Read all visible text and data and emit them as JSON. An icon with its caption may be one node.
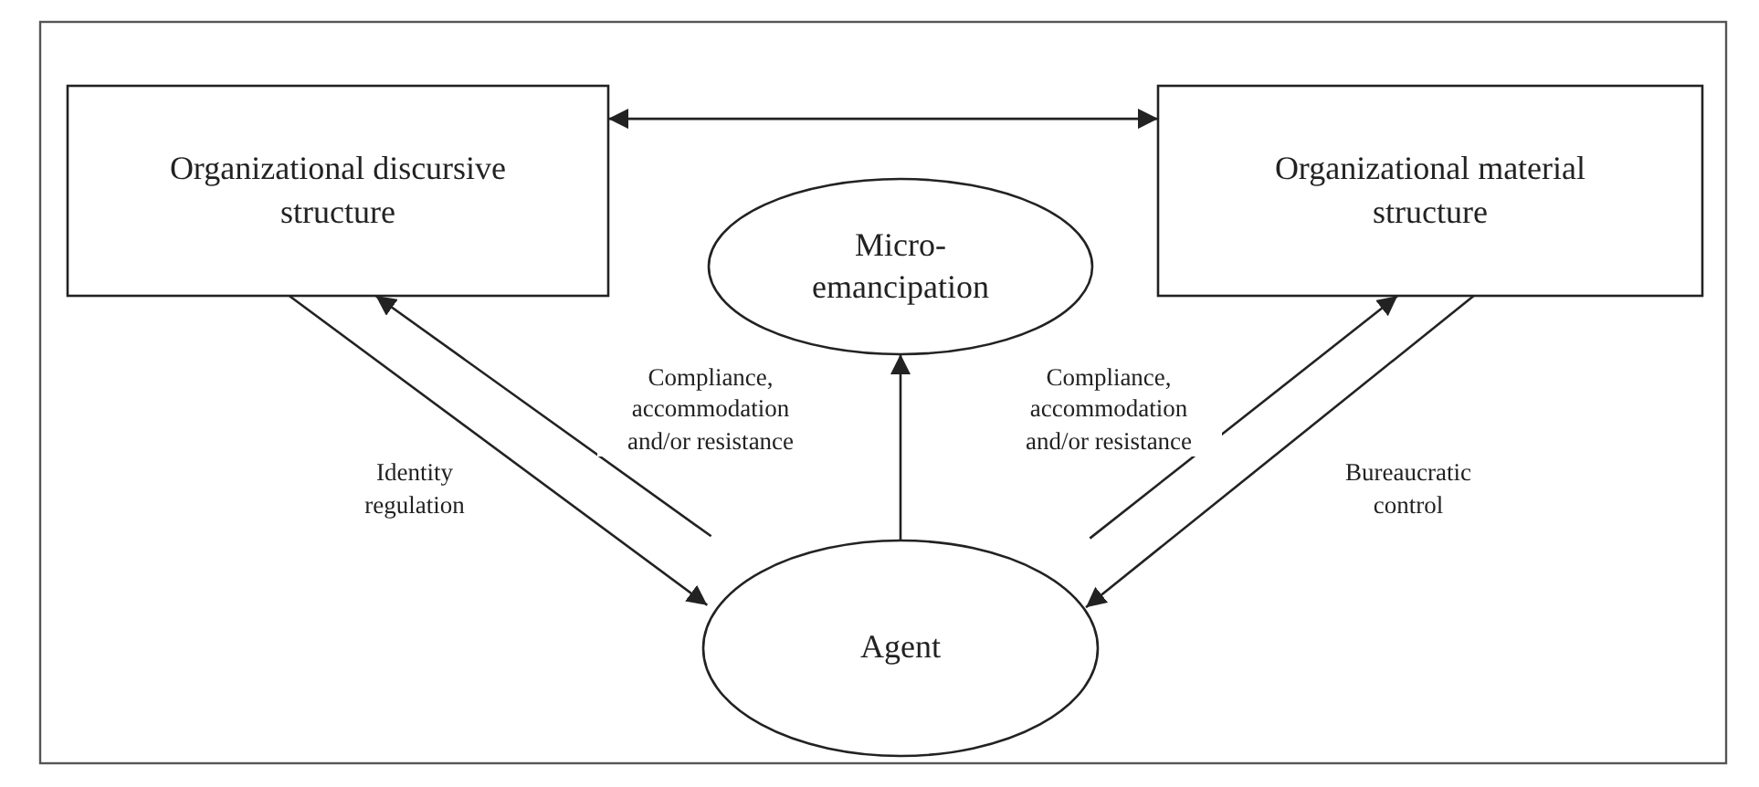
{
  "diagram": {
    "nodes": [
      {
        "text": [
          "Organizational discursive structure"
        ]
      },
      {
        "text": [
          "Organizational material structure"
        ]
      },
      {
        "text": [
          "Micro-emancipation"
        ]
      },
      {
        "text": [
          "Agent"
        ]
      }
    ],
    "edges": [
      {
        "from": 0,
        "to": 1,
        "arrow": "both"
      },
      {
        "from": 0,
        "to": 3,
        "arrow": "to",
        "label": "Identity regulation"
      },
      {
        "from": 3,
        "to": 0,
        "arrow": "to",
        "label": "Compliance, accommodation and/or resistance"
      },
      {
        "from": 3,
        "to": 1,
        "arrow": "to",
        "label": "Compliance, accommodation and/or resistance"
      },
      {
        "from": 1,
        "to": 3,
        "arrow": "to",
        "label": "Bureaucratic control"
      },
      {
        "from": 3,
        "to": 2,
        "arrow": "to"
      }
    ]
  }
}
